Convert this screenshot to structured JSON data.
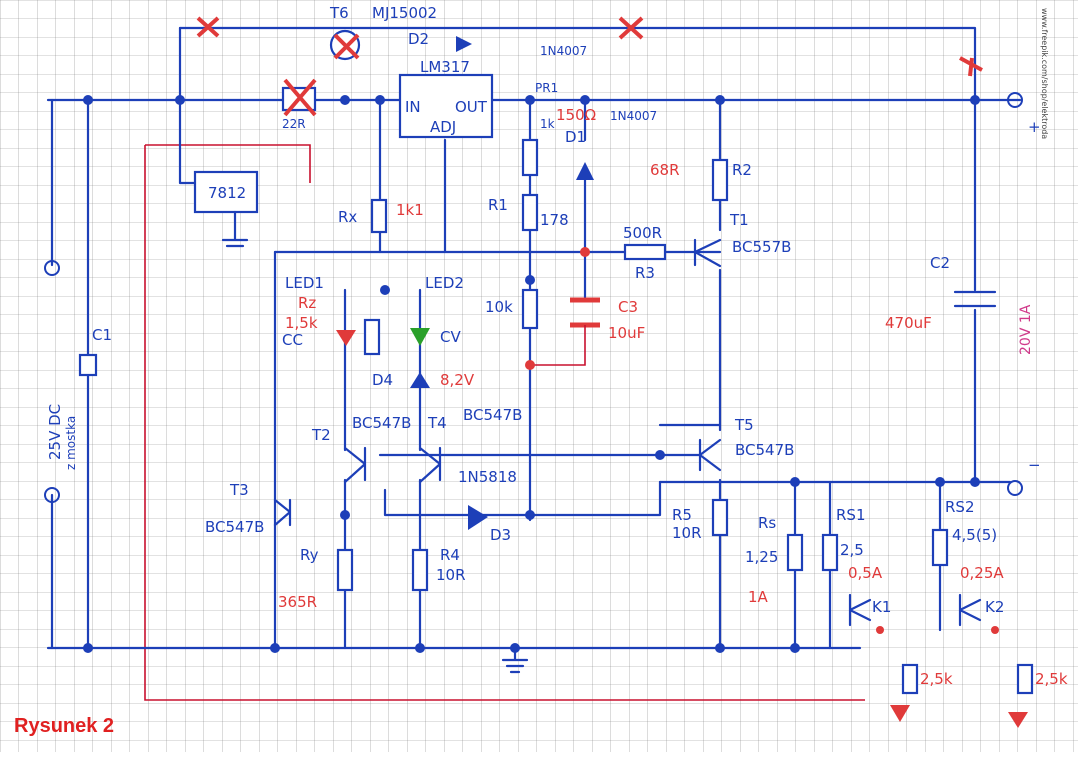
{
  "figure": {
    "caption": "Rysunek 2",
    "site": "www.freepik.com/shop/elektroda"
  },
  "labels": {
    "t6": "T6",
    "t6_part": "MJ15002",
    "d2": "D2",
    "d2_part": "1N4007",
    "lm317": "LM317",
    "lm_in": "IN",
    "lm_out": "OUT",
    "lm_adj": "ADJ",
    "r22": "22R",
    "pr1": "PR1",
    "pr1_val": "1k",
    "pr1_note": "150Ω",
    "d1": "D1",
    "d1_part": "1N4007",
    "r1": "R1",
    "r1_val": "178",
    "reg7812": "7812",
    "rx": "Rx",
    "rx_val": "1k1",
    "r2_val": "68R",
    "r2": "R2",
    "t1": "T1",
    "t1_part": "BC557B",
    "r3_val": "500R",
    "r3": "R3",
    "c2": "C2",
    "c2_val": "470uF",
    "c2_note": "20V 1A",
    "c1": "C1",
    "c1_rail": "25V DC",
    "c1_rail2": "z mostka",
    "led1": "LED1",
    "led2": "LED2",
    "rz": "Rz",
    "rz_val": "1,5k",
    "cc": "CC",
    "cv": "CV",
    "d4": "D4",
    "d4_val": "8,2V",
    "pot10k": "10k",
    "c3": "C3",
    "c3_val": "10uF",
    "t2": "T2",
    "t2_part": "BC547B",
    "t4": "T4",
    "t4_part": "BC547B",
    "t5": "T5",
    "t5_part": "BC547B",
    "d3": "D3",
    "d3_part": "1N5818",
    "t3": "T3",
    "t3_part": "BC547B",
    "ry": "Ry",
    "ry_val": "365R",
    "r4": "R4",
    "r4_val": "10R",
    "r5": "R5",
    "r5_val": "10R",
    "rs": "Rs",
    "rs_val": "1,25",
    "rs_note": "1A",
    "rs1": "RS1",
    "rs1_val": "2,5",
    "rs1_note": "0,5A",
    "rs2": "RS2",
    "rs2_val": "4,5(5)",
    "rs2_note": "0,25A",
    "k1": "K1",
    "k2": "K2",
    "r_led1": "2,5k",
    "r_led2": "2,5k",
    "plus": "+",
    "minus": "−"
  },
  "colors": {
    "ink": "#1d3fb8",
    "red": "#e03a3a",
    "pink": "#d0398a",
    "grid": "#8a8a8a",
    "caption": "#e02020"
  }
}
